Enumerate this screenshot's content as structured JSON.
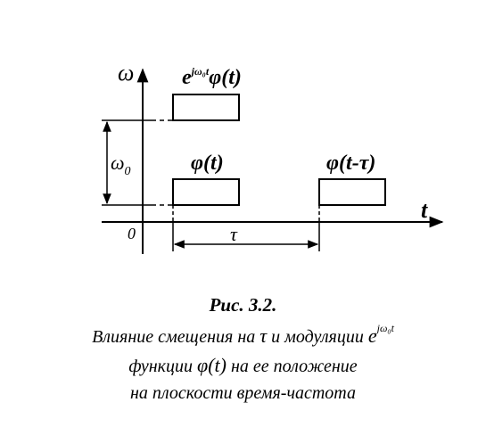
{
  "diagram": {
    "axis_labels": {
      "vertical": "ω",
      "horizontal": "t",
      "origin": "0"
    },
    "dimension_labels": {
      "frequency_offset": "ω",
      "frequency_offset_sub": "0",
      "time_shift": "τ"
    },
    "box_labels": {
      "modulated": "e",
      "modulated_exp": "jω₀t",
      "modulated_fn": "φ(t)",
      "original": "φ(t)",
      "shifted": "φ(t-τ)"
    }
  },
  "caption": {
    "figure_number": "Рис. 3.2.",
    "line1_a": "Влияние смещения на",
    "line1_tau": "τ",
    "line1_b": "и модуляции",
    "line1_e": "e",
    "line1_exp": "jω₀t",
    "line2_a": "функции",
    "line2_phi": "φ(t)",
    "line2_b": "на ее положение",
    "line3": "на плоскости время-частота"
  }
}
